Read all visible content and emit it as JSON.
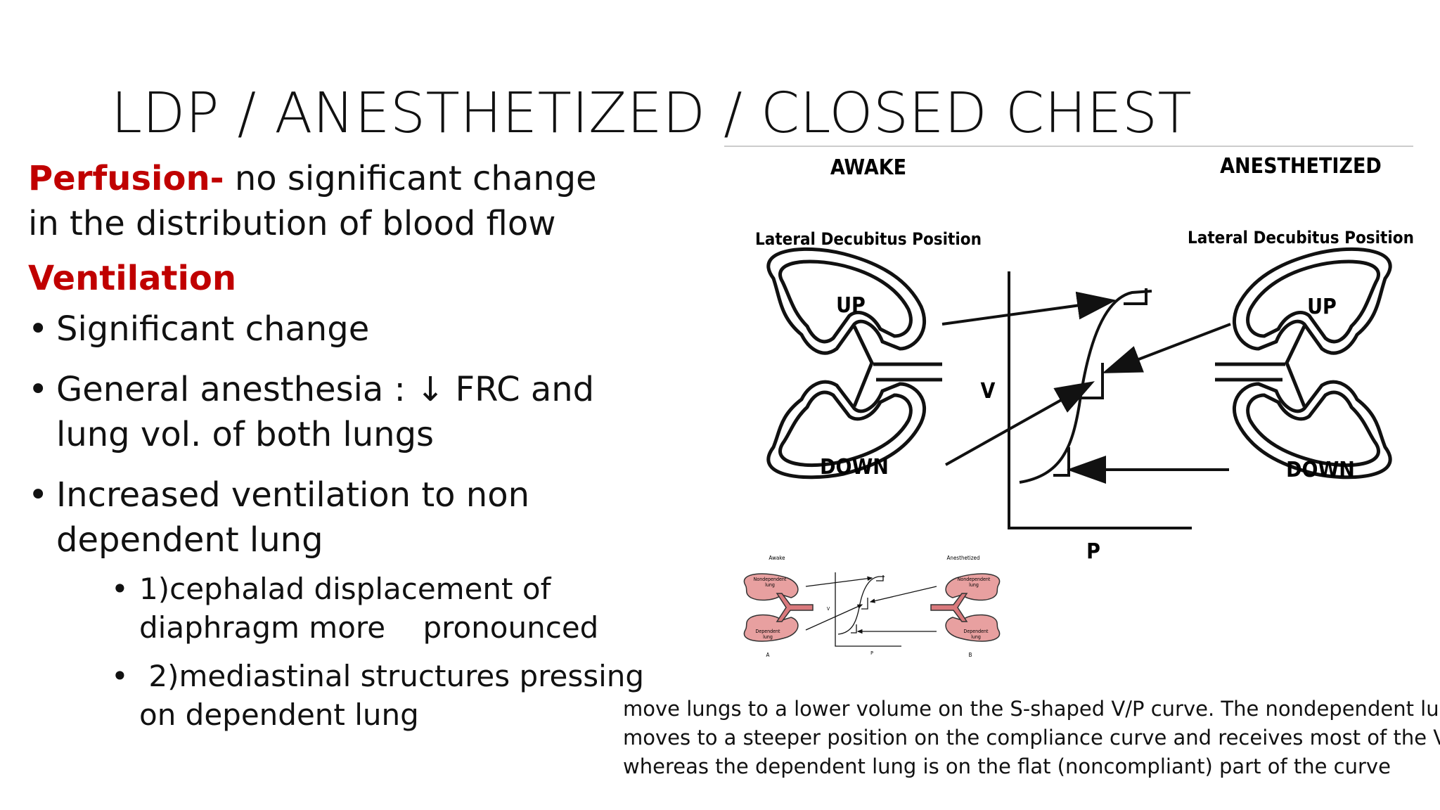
{
  "slide": {
    "title": "LDP / ANESTHETIZED / CLOSED CHEST",
    "perfusion_label": "Perfusion-",
    "perfusion_text_1": " no  significant change",
    "perfusion_text_2": "in the distribution of blood flow",
    "ventilation_heading": "Ventilation",
    "bullets": [
      "Significant  change",
      "General anesthesia :  ↓ FRC and",
      "lung vol. of both lungs",
      "Increased ventilation to non",
      "dependent lung"
    ],
    "sub_bullets": [
      "1)cephalad displacement of",
      "diaphragm more    pronounced",
      " 2)mediastinal structures pressing",
      "on dependent lung"
    ]
  },
  "figure": {
    "awake_label": "AWAKE",
    "anesthetized_label": "ANESTHETIZED",
    "position_label_left": "Lateral Decubitus Position",
    "position_label_right": "Lateral Decubitus Position",
    "up_label": "UP",
    "down_label": "DOWN",
    "v_axis": "V",
    "p_axis": "P"
  },
  "inset": {
    "awake": "Awake",
    "anesthetized": "Anesthetized",
    "nondependent": [
      "Nondependent",
      "lung"
    ],
    "dependent": [
      "Dependent",
      "lung"
    ],
    "v": "V",
    "p": "P",
    "a": "A",
    "b": "B"
  },
  "caption": [
    "move lungs to a lower volume on the S-shaped V/P curve. The nondependent lung",
    "moves to a steeper position on the compliance curve and receives most of the VT,",
    "whereas the dependent lung is on the flat (noncompliant) part of the curve"
  ],
  "colors": {
    "accent_red": "#c00000",
    "lung_pink": "#e8a0a0",
    "airway_pink": "#d9797c"
  }
}
